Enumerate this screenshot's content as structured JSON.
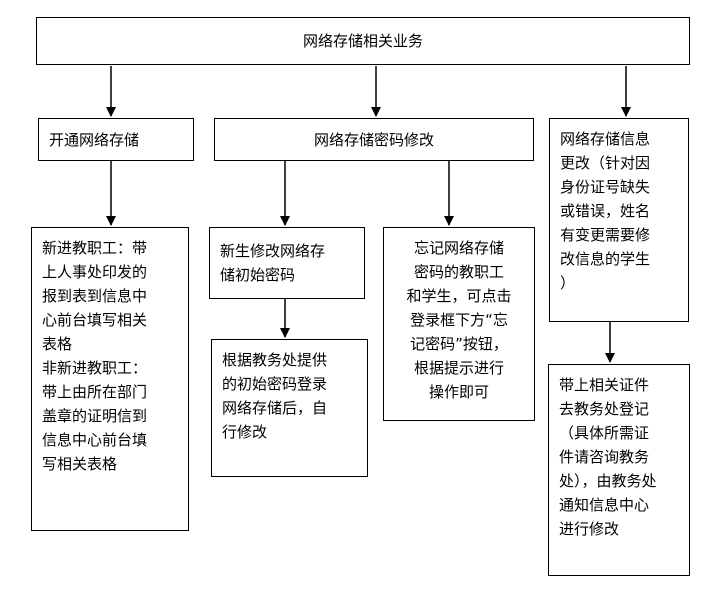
{
  "title": "网络存储相关业务",
  "branches": [
    {
      "label": "开通网络存储",
      "child": "新进教职工：带\n上人事处印发的\n报到表到信息中\n心前台填写相关\n表格\n非新进教职工：\n带上由所在部门\n盖章的证明信到\n信息中心前台填\n写相关表格"
    },
    {
      "label": "网络存储密码修改",
      "children": [
        {
          "label": "新生修改网络存\n储初始密码",
          "child": "根据教务处提供\n的初始密码登录\n网络存储后，自\n行修改"
        },
        {
          "label": "忘记网络存储\n密码的教职工\n和学生，可点击\n登录框下方“忘\n记密码”按钮，\n根据提示进行\n操作即可"
        }
      ]
    },
    {
      "label": "网络存储信息\n更改（针对因\n身份证号缺失\n或错误，姓名\n有变更需要修\n改信息的学生\n）",
      "child": "带上相关证件\n去教务处登记\n（具体所需证\n件请咨询教务\n处），由教务处\n通知信息中心\n进行修改"
    }
  ]
}
